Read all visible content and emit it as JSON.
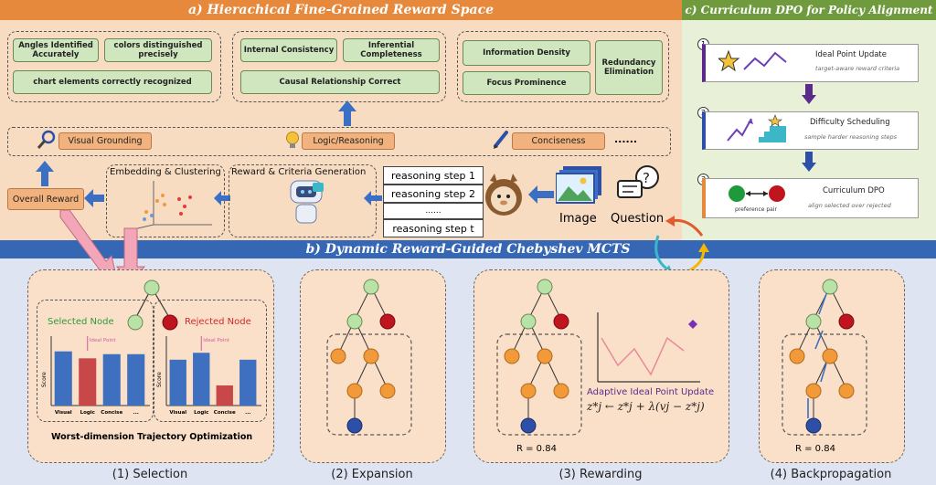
{
  "section_a": {
    "title": "a) Hierachical Fine-Grained Reward Space",
    "groups": {
      "visual": [
        "Angles Identified Accurately",
        "colors distinguished precisely",
        "chart elements correctly recognized"
      ],
      "logic": [
        "Internal Consistency",
        "Inferential Completeness",
        "Causal Relationship Correct"
      ],
      "concise": [
        "Information Density",
        "Redundancy Elimination",
        "Focus Prominence"
      ]
    },
    "dimensions": [
      "Visual Grounding",
      "Logic/Reasoning",
      "Conciseness",
      "......"
    ],
    "overall_reward": "Overall Reward",
    "embedding_label": "Embedding & Clustering",
    "reward_gen_label": "Reward & Criteria Generation",
    "reasoning_steps": [
      "reasoning step 1",
      "reasoning step 2",
      "......",
      "reasoning step t"
    ],
    "image_label": "Image",
    "question_label": "Question"
  },
  "section_b": {
    "title": "b) Dynamic Reward-Guided Chebyshev MCTS",
    "selection": {
      "selected_label": "Selected Node",
      "rejected_label": "Rejected Node",
      "ideal_point": "Ideal Point",
      "score_label": "Score",
      "bar_categories": [
        "Visual",
        "Logic",
        "Concise",
        "..."
      ],
      "selected_values": [
        0.78,
        0.68,
        0.74,
        0.74
      ],
      "rejected_values": [
        0.66,
        0.76,
        0.29,
        0.66
      ],
      "caption": "Worst-dimension Trajectory Optimization"
    },
    "rewarding": {
      "update_label": "Adaptive Ideal Point Update",
      "formula_lhs": "z",
      "formula_text": "z*j ← z*j + λ(vj − z*j)",
      "reward": "R = 0.84"
    },
    "backprop": {
      "reward": "R = 0.84"
    },
    "panel_labels": [
      "(1) Selection",
      "(2) Expansion",
      "(3) Rewarding",
      "(4) Backpropagation"
    ]
  },
  "section_c": {
    "title": "c) Curriculum DPO for Policy Alignment",
    "cards": [
      {
        "num": "1",
        "title": "Ideal Point Update",
        "sub": "target-aware reward criteria"
      },
      {
        "num": "2",
        "title": "Difficulty Scheduling",
        "sub": "sample harder reasoning steps"
      },
      {
        "num": "3",
        "title": "Curriculum DPO",
        "sub": "align selected over rejected",
        "pair": "preference pair"
      }
    ]
  },
  "colors": {
    "orange_header": "#e6893d",
    "green_header": "#6f9a3d",
    "blue_header": "#3567b5",
    "node_green": "#b9e3a6",
    "node_red": "#c0141e",
    "node_orange": "#f29a3a",
    "node_blue": "#2e4fa8",
    "bar_blue": "#3f6fbf",
    "bar_red": "#c8484a",
    "arrow_blue": "#3a6fc4",
    "arrow_purple": "#5c2a8a"
  }
}
